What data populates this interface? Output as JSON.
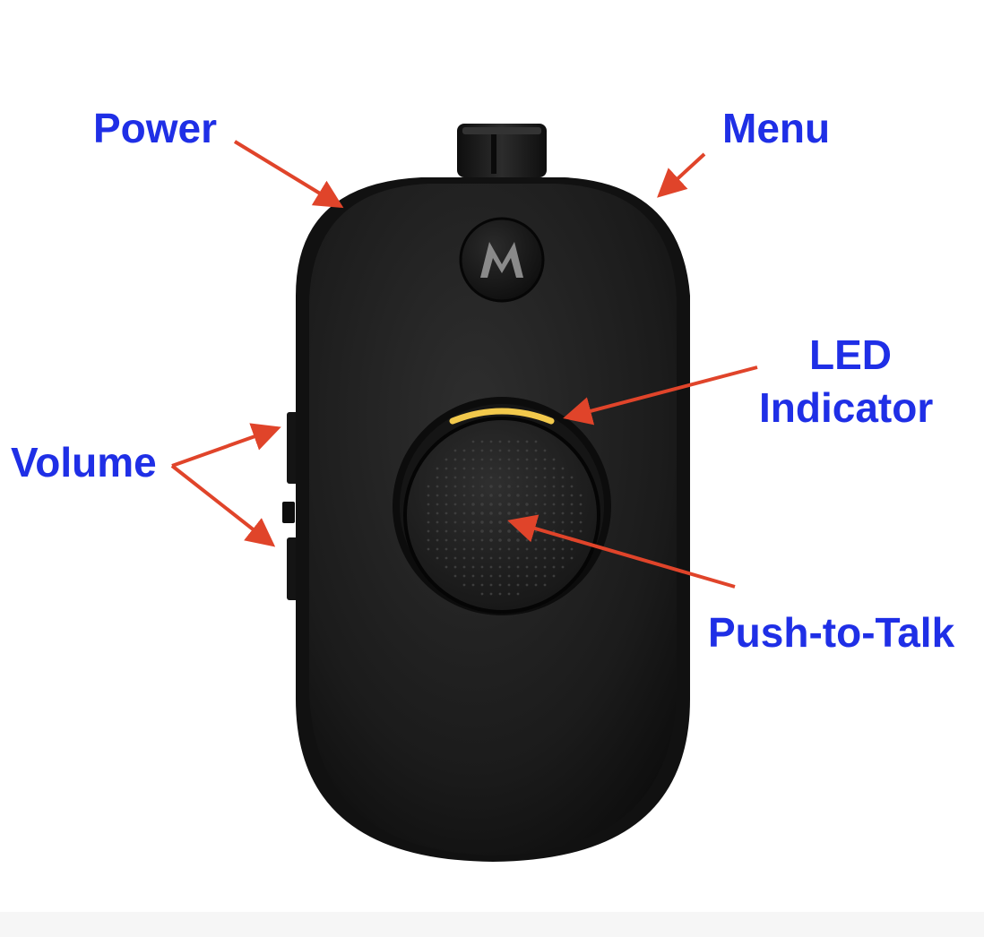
{
  "colors": {
    "label": "#1f2fe6",
    "arrow": "#e0442a",
    "device_body": "#1c1c1c",
    "led": "#f2c94c"
  },
  "icons": {
    "brand_logo": "motorola-batwing-logo"
  },
  "labels": {
    "power": "Power",
    "menu": "Menu",
    "led_line1": "LED",
    "led_line2": "Indicator",
    "volume": "Volume",
    "ptt": "Push-to-Talk"
  }
}
